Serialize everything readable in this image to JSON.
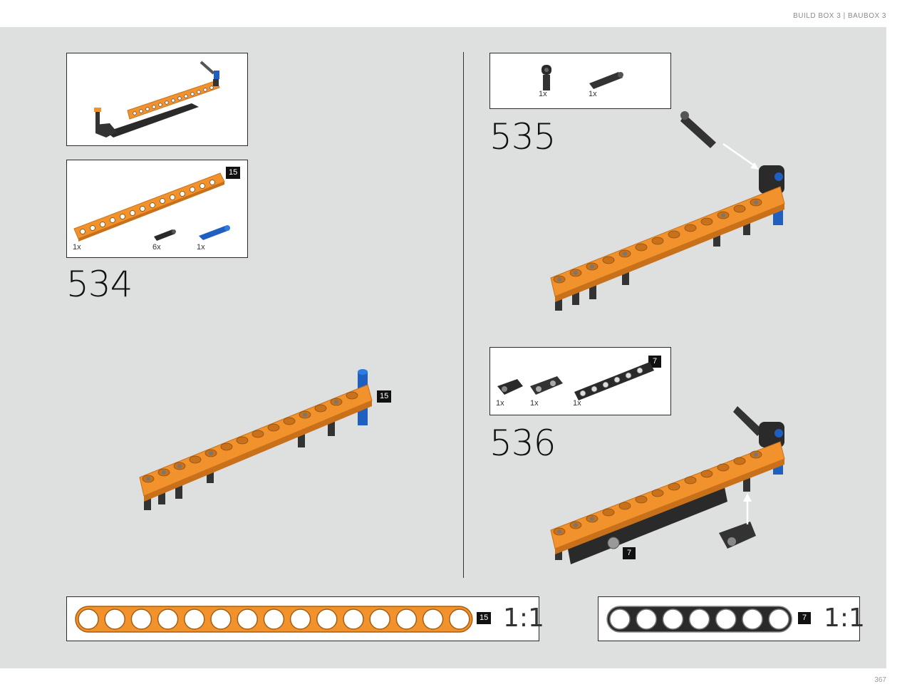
{
  "header": {
    "title": "BUILD BOX 3 | BAUBOX 3"
  },
  "page": {
    "number": "367"
  },
  "steps": [
    {
      "number": "534",
      "parts": [
        {
          "qty": "1x",
          "icon": "orange-beam-15-icon"
        },
        {
          "qty": "6x",
          "icon": "black-pin-icon"
        },
        {
          "qty": "1x",
          "icon": "blue-axle-pin-icon"
        }
      ],
      "beam_length_badge": "15",
      "assembly_badge": "15"
    },
    {
      "number": "535",
      "parts": [
        {
          "qty": "1x",
          "icon": "black-connector-icon"
        },
        {
          "qty": "1x",
          "icon": "dark-axle-pin-icon"
        }
      ]
    },
    {
      "number": "536",
      "parts": [
        {
          "qty": "1x",
          "icon": "black-connector-icon"
        },
        {
          "qty": "1x",
          "icon": "dark-connector-icon"
        },
        {
          "qty": "1x",
          "icon": "black-beam-7-icon"
        }
      ],
      "beam_length_badge": "7",
      "assembly_badge": "7"
    }
  ],
  "scale_rulers": [
    {
      "badge": "15",
      "scale": "1:1",
      "color": "#f2922c",
      "holes": 15
    },
    {
      "badge": "7",
      "scale": "1:1",
      "color": "#2a2a2a",
      "holes": 7
    }
  ],
  "colors": {
    "canvas": "#dedfdf",
    "orange": "#f2922c",
    "orange_dark": "#c9701a",
    "blue": "#1f5fbf",
    "black": "#222222"
  }
}
